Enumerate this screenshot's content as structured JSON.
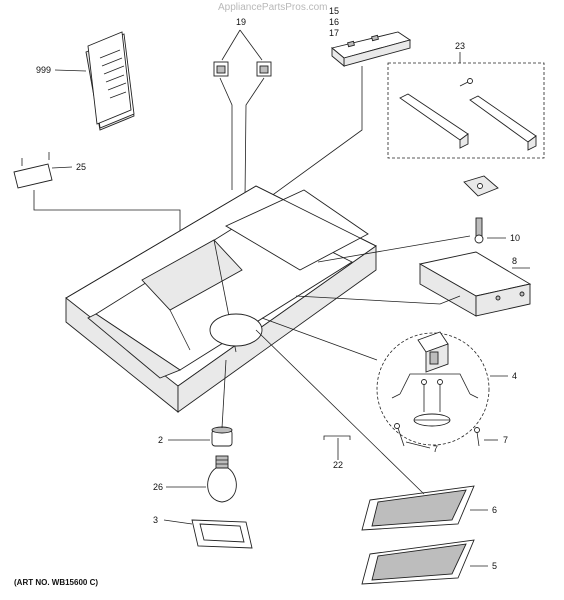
{
  "watermark": "AppliancePartsPros.com",
  "art_number": "(ART NO. WB15600 C)",
  "callouts": {
    "c999": "999",
    "c19": "19",
    "c15": "15",
    "c16": "16",
    "c17": "17",
    "c23": "23",
    "c25": "25",
    "c10": "10",
    "c8": "8",
    "c4": "4",
    "c2": "2",
    "c7a": "7",
    "c7b": "7",
    "c22": "22",
    "c26": "26",
    "c3": "3",
    "c6": "6",
    "c5": "5"
  }
}
